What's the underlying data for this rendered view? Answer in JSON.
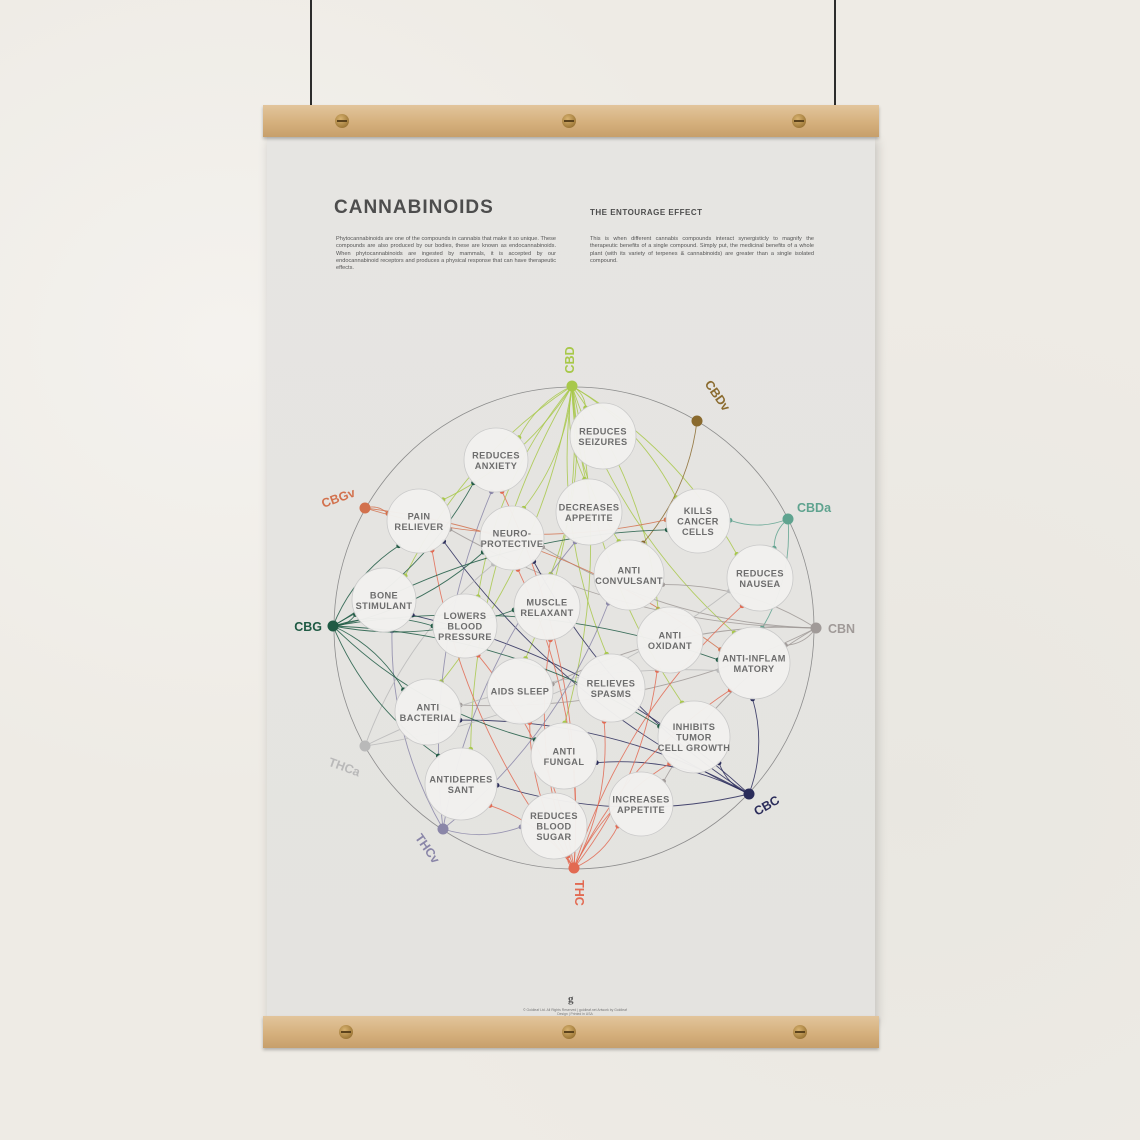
{
  "poster": {
    "title": "CANNABINOIDS",
    "intro": "Phytocannabinoids are one of the compounds in cannabis that make it so unique. These compounds are also produced by our bodies, these are known as endocannabinoids. When phytocannabinoids are ingested by mammals, it is accepted by our endocannabinoid receptors and produces a physical response that can have therapeutic effects.",
    "entourage_title": "THE ENTOURAGE EFFECT",
    "entourage_text": "This is when different cannabis compounds interact synergisticly to magnify the therapeutic benefits of a single compound. Simply put, the medicinal benefits of a whole plant (with its variety of terpenes & cannabinoids) are greater than a single isolated compound.",
    "footer_mark": "g",
    "footer_text": "© Goldleaf Ltd. All Rights Reserved | goldleaf.net Artwork by Goldleaf Design | Printed in USA"
  },
  "cannabinoids": [
    {
      "id": "CBD",
      "label": "CBD",
      "color": "#a8c84a"
    },
    {
      "id": "CBDv",
      "label": "CBDv",
      "color": "#8a6a2e"
    },
    {
      "id": "CBDa",
      "label": "CBDa",
      "color": "#5fa38f"
    },
    {
      "id": "CBN",
      "label": "CBN",
      "color": "#a09a98"
    },
    {
      "id": "CBC",
      "label": "CBC",
      "color": "#2a2c5a"
    },
    {
      "id": "THC",
      "label": "THC",
      "color": "#e26a52"
    },
    {
      "id": "THCv",
      "label": "THCv",
      "color": "#8a86a8"
    },
    {
      "id": "THCa",
      "label": "THCa",
      "color": "#b9b9b9"
    },
    {
      "id": "CBG",
      "label": "CBG",
      "color": "#1f5a44"
    },
    {
      "id": "CBGv",
      "label": "CBGv",
      "color": "#d2714d"
    }
  ],
  "effects": [
    {
      "id": "seizures",
      "lines": [
        "REDUCES",
        "SEIZURES"
      ]
    },
    {
      "id": "anxiety",
      "lines": [
        "REDUCES",
        "ANXIETY"
      ]
    },
    {
      "id": "pain",
      "lines": [
        "PAIN",
        "RELIEVER"
      ]
    },
    {
      "id": "appetite_dec",
      "lines": [
        "DECREASES",
        "APPETITE"
      ]
    },
    {
      "id": "cancer",
      "lines": [
        "KILLS",
        "CANCER",
        "CELLS"
      ]
    },
    {
      "id": "neuro",
      "lines": [
        "NEURO-",
        "PROTECTIVE"
      ]
    },
    {
      "id": "convulsant",
      "lines": [
        "ANTI",
        "CONVULSANT"
      ]
    },
    {
      "id": "nausea",
      "lines": [
        "REDUCES",
        "NAUSEA"
      ]
    },
    {
      "id": "bone",
      "lines": [
        "BONE",
        "STIMULANT"
      ]
    },
    {
      "id": "muscle",
      "lines": [
        "MUSCLE",
        "RELAXANT"
      ]
    },
    {
      "id": "bp",
      "lines": [
        "LOWERS",
        "BLOOD",
        "PRESSURE"
      ]
    },
    {
      "id": "oxidant",
      "lines": [
        "ANTI",
        "OXIDANT"
      ]
    },
    {
      "id": "inflam",
      "lines": [
        "ANTI-INFLAM",
        "MATORY"
      ]
    },
    {
      "id": "sleep",
      "lines": [
        "AIDS SLEEP"
      ]
    },
    {
      "id": "spasms",
      "lines": [
        "RELIEVES",
        "SPASMS"
      ]
    },
    {
      "id": "bacterial",
      "lines": [
        "ANTI",
        "BACTERIAL"
      ]
    },
    {
      "id": "tumor",
      "lines": [
        "INHIBITS",
        "TUMOR",
        "CELL GROWTH"
      ]
    },
    {
      "id": "fungal",
      "lines": [
        "ANTI",
        "FUNGAL"
      ]
    },
    {
      "id": "depress",
      "lines": [
        "ANTIDEPRES",
        "SANT"
      ]
    },
    {
      "id": "appetite_inc",
      "lines": [
        "INCREASES",
        "APPETITE"
      ]
    },
    {
      "id": "sugar",
      "lines": [
        "REDUCES",
        "BLOOD",
        "SUGAR"
      ]
    }
  ],
  "links": {
    "CBD": [
      "seizures",
      "anxiety",
      "pain",
      "appetite_dec",
      "neuro",
      "convulsant",
      "nausea",
      "bone",
      "muscle",
      "bp",
      "oxidant",
      "inflam",
      "sleep",
      "spasms",
      "bacterial",
      "depress",
      "cancer",
      "tumor",
      "fungal"
    ],
    "CBDv": [
      "convulsant"
    ],
    "CBDa": [
      "cancer",
      "nausea",
      "inflam"
    ],
    "CBN": [
      "pain",
      "sleep",
      "inflam",
      "convulsant",
      "bacterial",
      "appetite_inc",
      "neuro"
    ],
    "CBC": [
      "pain",
      "inflam",
      "tumor",
      "bacterial",
      "depress",
      "fungal",
      "neuro",
      "bone"
    ],
    "THC": [
      "pain",
      "anxiety",
      "nausea",
      "spasms",
      "sleep",
      "appetite_inc",
      "inflam",
      "oxidant",
      "muscle",
      "neuro",
      "tumor",
      "bp",
      "sugar",
      "depress"
    ],
    "THCv": [
      "appetite_dec",
      "convulsant",
      "bone",
      "sugar",
      "anxiety"
    ],
    "THCa": [
      "inflam",
      "nausea",
      "neuro"
    ],
    "CBG": [
      "pain",
      "bone",
      "bacterial",
      "neuro",
      "inflam",
      "muscle",
      "tumor",
      "depress",
      "bp",
      "fungal",
      "cancer",
      "anxiety"
    ],
    "CBGv": [
      "pain",
      "cancer",
      "inflam"
    ]
  }
}
